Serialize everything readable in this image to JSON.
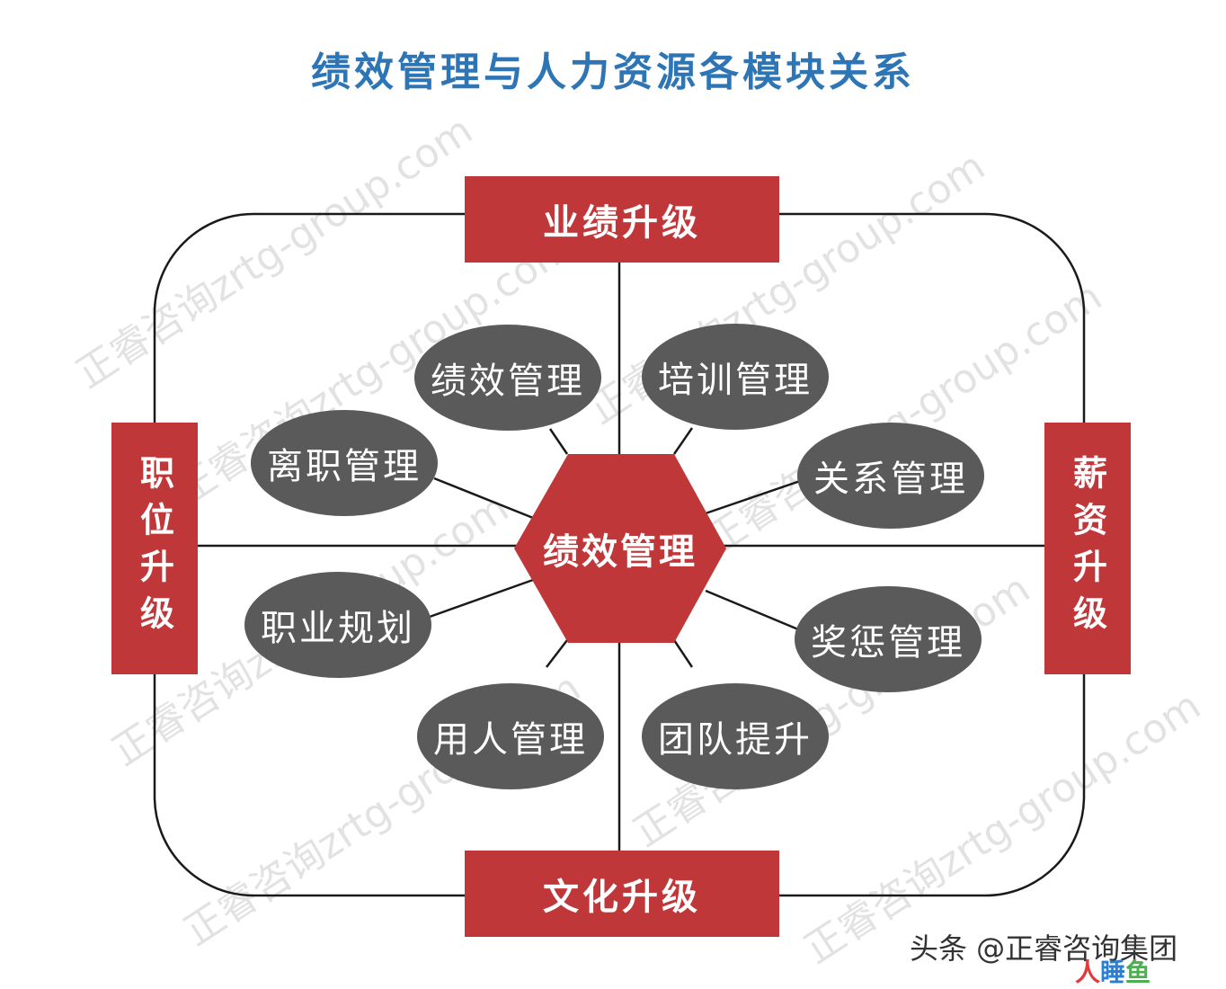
{
  "title": "绩效管理与人力资源各模块关系",
  "center": "绩效管理",
  "sides": {
    "top": "业绩升级",
    "bottom": "文化升级",
    "left": "职位升级",
    "right": "薪资升级"
  },
  "ovals": [
    "绩效管理",
    "培训管理",
    "离职管理",
    "关系管理",
    "职业规划",
    "奖惩管理",
    "用人管理",
    "团队提升"
  ],
  "watermark": "正睿咨询zrtg-group.com",
  "credit": "头条 @正睿咨询集团",
  "logo": {
    "part1": "人",
    "part2": "睡",
    "part3": "鱼"
  },
  "colors": {
    "title": "#2e75b6",
    "red": "#c0373a",
    "oval": "#5a5a5a",
    "line": "#1a1a1a"
  }
}
